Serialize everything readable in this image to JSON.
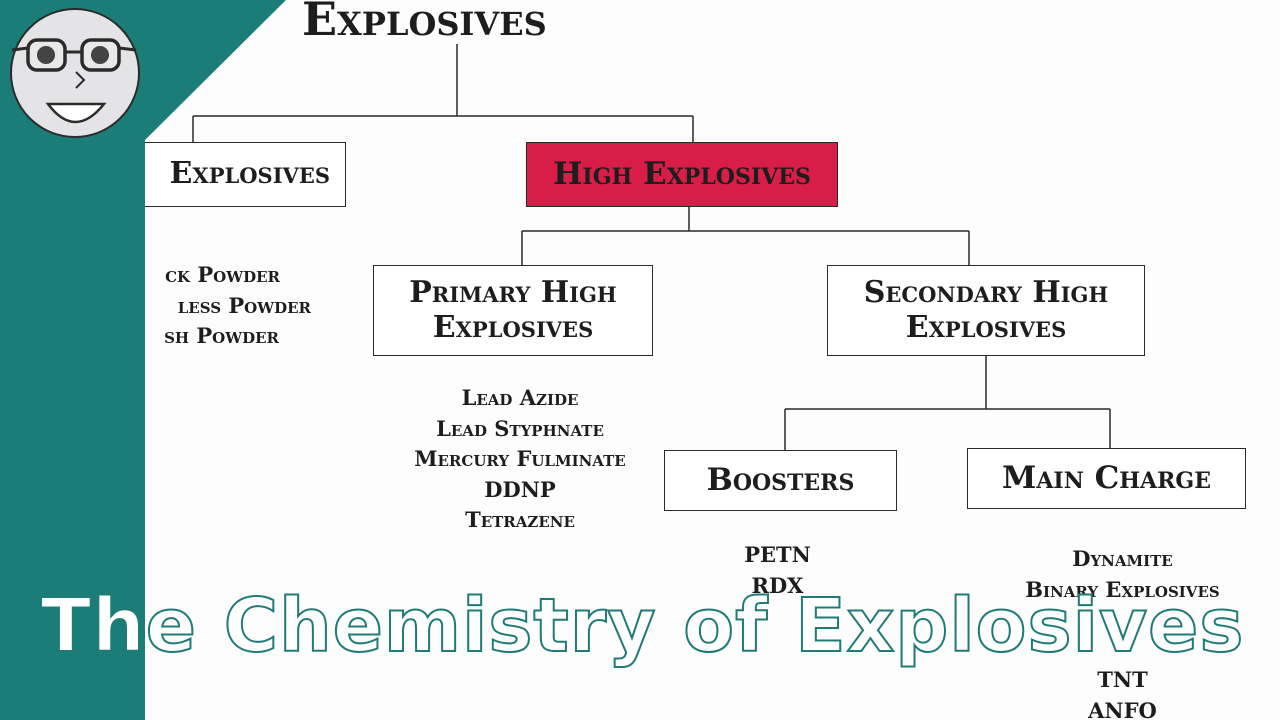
{
  "root": {
    "label": "Explosives"
  },
  "low": {
    "label": "Explosives",
    "items": [
      "ck Powder",
      "less Powder",
      "sh Powder"
    ]
  },
  "high": {
    "label": "High Explosives",
    "color": "#d81e46"
  },
  "primary": {
    "line1": "Primary High",
    "line2": "Explosives",
    "items": [
      "Lead Azide",
      "Lead Styphnate",
      "Mercury Fulminate",
      "DDNP",
      "Tetrazene"
    ]
  },
  "secondary": {
    "line1": "Secondary High",
    "line2": "Explosives"
  },
  "boosters": {
    "label": "Boosters",
    "items": [
      "PETN",
      "RDX"
    ]
  },
  "main_charge": {
    "label": "Main Charge",
    "items": [
      "Dynamite",
      "Binary Explosives",
      "",
      "",
      "TNT",
      "ANFO"
    ]
  },
  "video_title": "The Chemistry of Explosives",
  "colors": {
    "teal": "#1a7d77",
    "highlight": "#d81e46",
    "title_outline": "#1f7b76"
  },
  "mascot": {
    "icon": "cartoon-face-with-glasses-icon"
  }
}
